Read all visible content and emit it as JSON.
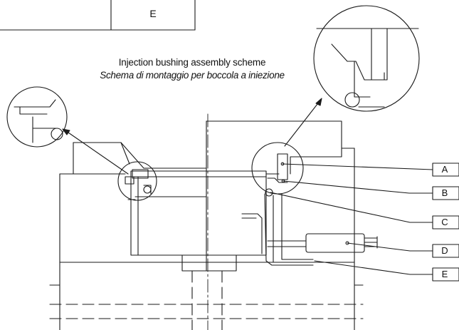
{
  "diagram": {
    "title": "Injection bushing assembly scheme",
    "subtitle_italian": "Schema di montaggio per boccola a iniezione",
    "table_cell_label": "E",
    "callouts": [
      "A",
      "B",
      "C",
      "D",
      "E"
    ]
  },
  "colors": {
    "line": "#1a1a1a",
    "background": "#ffffff"
  }
}
